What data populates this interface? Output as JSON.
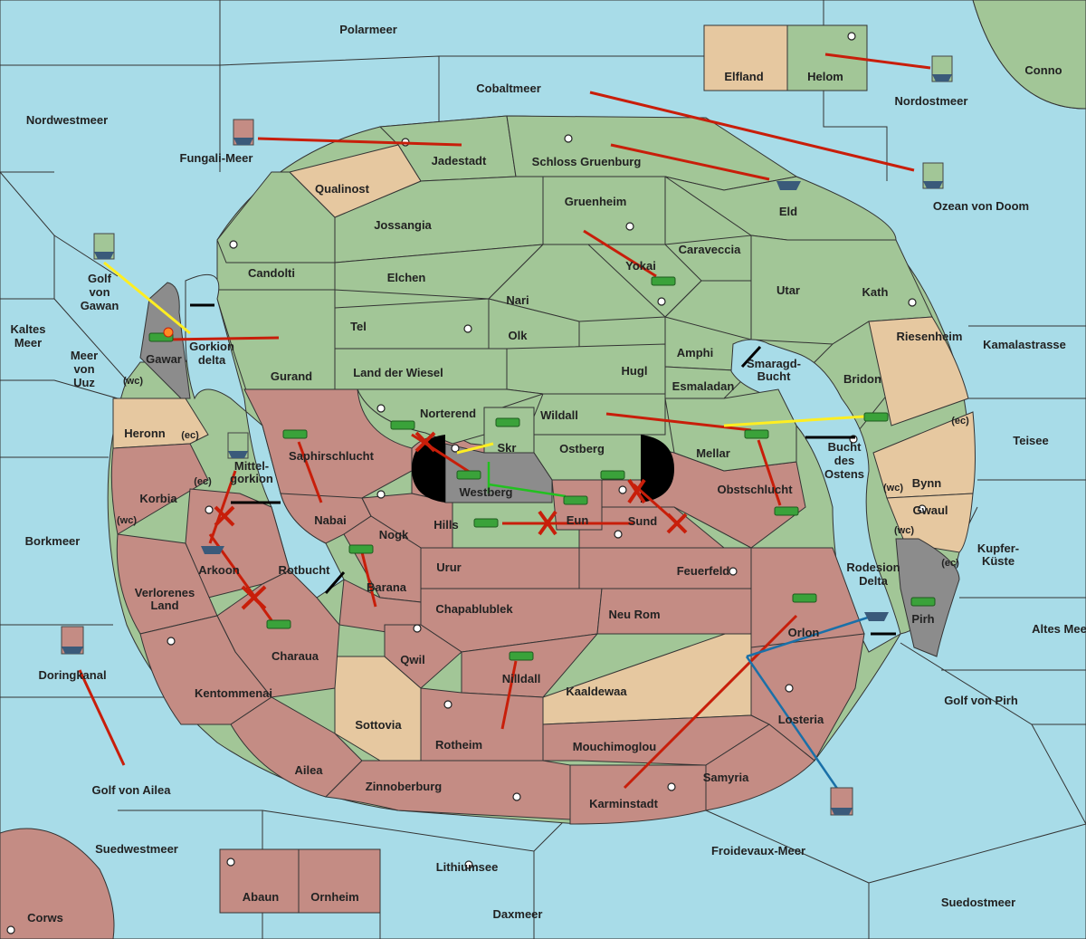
{
  "map": {
    "colors": {
      "sea": "#a8dce8",
      "green_power": "#a2c697",
      "red_power": "#c48c84",
      "neutral": "#e6c8a0",
      "impassable": "#8c8c8c",
      "order": "#c81e0a",
      "support": "#ffee22",
      "convoy": "#1a70a8",
      "hold": "#22c020"
    },
    "seas": {
      "polarmeer": "Polarmeer",
      "cobaltmeer": "Cobaltmeer",
      "nordwestmeer": "Nordwestmeer",
      "nordostmeer": "Nordostmeer",
      "conno": "Conno",
      "fungali": "Fungali-Meer",
      "ozean": "Ozean von Doom",
      "golf_gawan": "Golf von Gawan",
      "kaltes": "Kaltes Meer",
      "meer_uuz": "Meer von Uuz",
      "kamalastrasse": "Kamalastrasse",
      "teisee": "Teisee",
      "borkmeer": "Borkmeer",
      "kupfer": "Kupfer-Küste",
      "altes": "Altes Meer",
      "doringkanal": "Doringkanal",
      "golf_pirh": "Golf von Pirh",
      "golf_ailea": "Golf von Ailea",
      "suedwestmeer": "Suedwestmeer",
      "corws": "Corws",
      "lithiumsee": "Lithiumsee",
      "daxmeer": "Daxmeer",
      "froidevaux": "Froidevaux-Meer",
      "suedostmeer": "Suedostmeer",
      "rotbucht": "Rotbucht",
      "bucht_ostens": "Bucht des Ostens",
      "smaragd": "Smaragd-Bucht",
      "gorkion_delta": "Gorkion delta",
      "mittelgorkion": "Mittel-gorkion",
      "rodesion": "Rodesion Delta"
    },
    "green": {
      "jadestadt": "Jadestadt",
      "schloss": "Schloss Gruenburg",
      "gruenheim": "Gruenheim",
      "eld": "Eld",
      "jossangia": "Jossangia",
      "candolti": "Candolti",
      "elchen": "Elchen",
      "caraveccia": "Caraveccia",
      "yokai": "Yokai",
      "nari": "Nari",
      "utar": "Utar",
      "kath": "Kath",
      "tel": "Tel",
      "olk": "Olk",
      "amphi": "Amphi",
      "gurand": "Gurand",
      "land_wiesel": "Land der Wiesel",
      "hugl": "Hugl",
      "esmaladan": "Esmaladan",
      "bridon": "Bridon",
      "norterend": "Norterend",
      "wildall": "Wildall",
      "skr": "Skr",
      "ostberg": "Ostberg",
      "mellar": "Mellar",
      "helom": "Helom"
    },
    "red": {
      "saphir": "Saphirschlucht",
      "westberg": "Westberg",
      "obstschlucht": "Obstschlucht",
      "korbia": "Korbia",
      "nabai": "Nabai",
      "hills": "Hills",
      "eun": "Eun",
      "sund": "Sund",
      "nogk": "Nogk",
      "arkoon": "Arkoon",
      "barana": "Barana",
      "urur": "Urur",
      "feuerfeld": "Feuerfeld",
      "verlorenes": "Verlorenes Land",
      "chapablublek": "Chapablublek",
      "neu_rom": "Neu Rom",
      "orlon": "Orlon",
      "charaua": "Charaua",
      "qwil": "Qwil",
      "nilldall": "Nilldall",
      "kentommenai": "Kentommenai",
      "kaaldewaa": "Kaaldewaa",
      "losteria": "Losteria",
      "rotheim": "Rotheim",
      "mouchimoglou": "Mouchimoglou",
      "ailea": "Ailea",
      "samyria": "Samyria",
      "zinnoberburg": "Zinnoberburg",
      "karminstadt": "Karminstadt",
      "abaun": "Abaun",
      "ornheim": "Ornheim"
    },
    "neutral": {
      "qualinost": "Qualinost",
      "riesenheim": "Riesenheim",
      "heronn": "Heronn",
      "bynn": "Bynn",
      "gwaul": "Gwaul",
      "sottovia": "Sottovia",
      "elfland": "Elfland"
    },
    "impassable": {
      "gawar": "Gawar",
      "pirh": "Pirh"
    },
    "coast_tags": {
      "wc": "(wc)",
      "ec": "(ec)"
    }
  }
}
